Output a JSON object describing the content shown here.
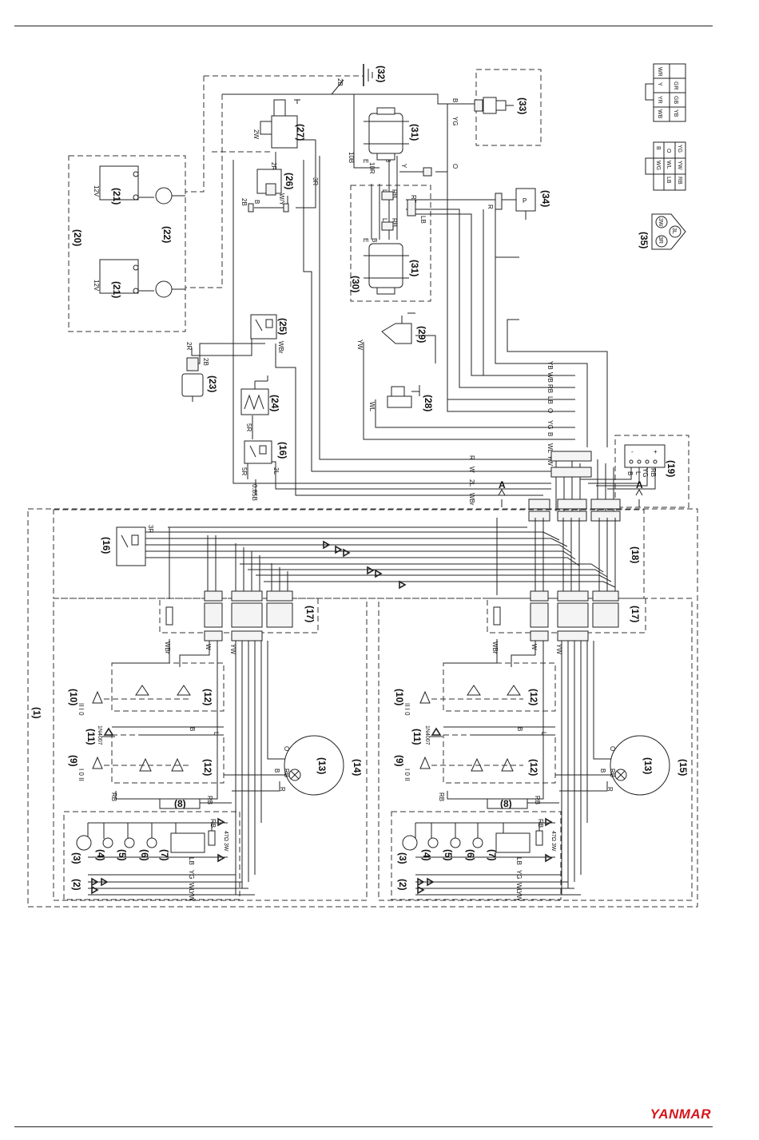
{
  "brand": {
    "logo_text": "YANMAR",
    "color": "#d4161c"
  },
  "components": {
    "c1": "(1)",
    "c2": "(2)",
    "c3": "(3)",
    "c4": "(4)",
    "c5": "(5)",
    "c6": "(6)",
    "c7": "(7)",
    "c8": "(8)",
    "c9": "(9)",
    "c10": "(10)",
    "c11": "(11)",
    "c12": "(12)",
    "c13": "(13)",
    "c14": "(14)",
    "c15": "(15)",
    "c16": "(16)",
    "c17": "(17)",
    "c18": "(18)",
    "c19": "(19)",
    "c20": "(20)",
    "c21": "(21)",
    "c22": "(22)",
    "c23": "(23)",
    "c24": "(24)",
    "c25": "(25)",
    "c26": "(26)",
    "c27": "(27)",
    "c28": "(28)",
    "c29": "(29)",
    "c30": "(30)",
    "c31": "(31)",
    "c32": "(32)",
    "c33": "(33)",
    "c34": "(34)",
    "c35": "(35)"
  },
  "wires": {
    "YB": "YB",
    "WB": "WB",
    "RB": "RB",
    "LB": "LB",
    "O": "O",
    "YG": "YG",
    "B": "B",
    "WL": "WL",
    "YW": "YW",
    "R": "R",
    "W": "W",
    "2L": "2L",
    "WBr": "WBr",
    "E": "E",
    "L": "L",
    "Y": "Y",
    "S": "S",
    "2W": "2W",
    "3R": "3R",
    "10B": "10B",
    "10R": "10R",
    "2B": "2B",
    "2R": "2R",
    "5R": "5R",
    "0.85B": "0.85B",
    "WY": "W/Y",
    "P": "P",
    "A": "A"
  },
  "battery_voltage": "12V",
  "switch_positions": {
    "p10": "II I 0",
    "p9": "I 0 II"
  },
  "diode_part": "1N4007",
  "resistor_label": "47Ω 3W",
  "connector_35": {
    "c1": "3R",
    "c2": "3W",
    "c3": "3L"
  },
  "connector_a": {
    "row1": [
      "WR",
      "Y",
      "YR",
      "WB"
    ],
    "row2": [
      "GR",
      "GB",
      "YB"
    ]
  },
  "connector_b": {
    "row1": [
      "YG",
      "O",
      "B"
    ],
    "row2": [
      "WG",
      "WL",
      "YW"
    ],
    "row3": [
      "LB",
      "RB"
    ]
  },
  "panel_labels": {
    "plus": "+",
    "minus": "-"
  }
}
